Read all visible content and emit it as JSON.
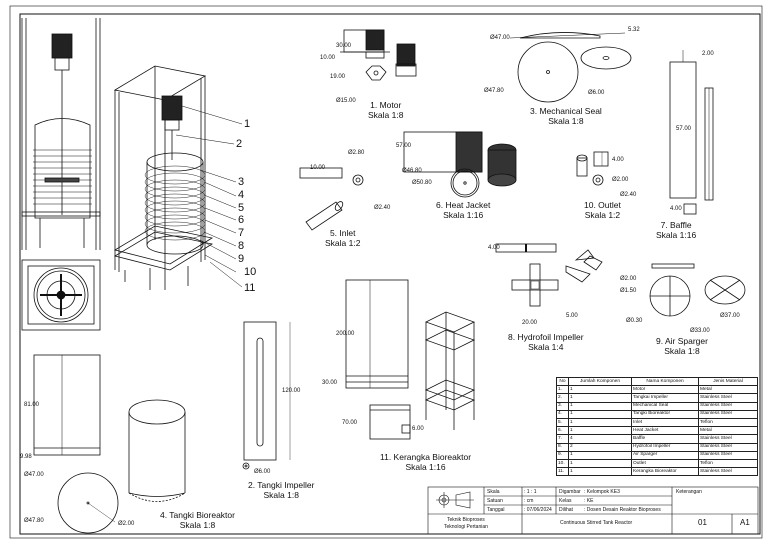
{
  "views": {
    "motor": {
      "title": "1. Motor",
      "scale": "Skala 1:8",
      "dims": [
        "30.00",
        "10.00",
        "19.00",
        "Ø15.00"
      ]
    },
    "seal": {
      "title": "3. Mechanical Seal",
      "scale": "Skala 1:8",
      "dims": [
        "Ø47.00",
        "5.32",
        "Ø47.80",
        "Ø6.00"
      ]
    },
    "baffle": {
      "title": "7. Baffle",
      "scale": "Skala 1:16",
      "dims": [
        "2.00",
        "57.00",
        "4.00"
      ]
    },
    "heat_jacket": {
      "title": "6. Heat Jacket",
      "scale": "Skala 1:16",
      "dims": [
        "57.00",
        "Ø46.80",
        "Ø50.80"
      ]
    },
    "outlet": {
      "title": "10. Outlet",
      "scale": "Skala 1:2",
      "dims": [
        "4.00",
        "Ø2.00",
        "Ø2.40"
      ]
    },
    "inlet": {
      "title": "5. Inlet",
      "scale": "Skala 1:2",
      "dims": [
        "Ø2.80",
        "10.00",
        "Ø2.40"
      ]
    },
    "impeller": {
      "title": "8. Hydrofoil Impeller",
      "scale": "Skala 1:4",
      "dims": [
        "4.00",
        "5.00",
        "20.00"
      ]
    },
    "sparger": {
      "title": "9. Air Sparger",
      "scale": "Skala 1:8",
      "dims": [
        "Ø2.00",
        "Ø1.50",
        "Ø0.30",
        "Ø33.00",
        "Ø37.00"
      ]
    },
    "frame": {
      "title": "11. Kerangka Bioreaktor",
      "scale": "Skala 1:16",
      "dims": [
        "200.00",
        "30.00",
        "70.00",
        "6.00"
      ]
    },
    "impeller_shaft": {
      "title": "2. Tangki Impeller",
      "scale": "Skala 1:8",
      "dims": [
        "120.00",
        "Ø6.00"
      ]
    },
    "tank": {
      "title": "4. Tangki Bioreaktor",
      "scale": "Skala 1:8",
      "dims": [
        "81.00",
        "9.98",
        "Ø47.00",
        "Ø47.80",
        "Ø2.00"
      ]
    }
  },
  "balloons": [
    "1",
    "2",
    "3",
    "4",
    "5",
    "6",
    "7",
    "8",
    "9",
    "10",
    "11"
  ],
  "bom": {
    "headers": [
      "No",
      "Jumlah Komponen",
      "Nama Komponen",
      "Jenis Material"
    ],
    "rows": [
      [
        "1.",
        "1",
        "Motor",
        "Metal"
      ],
      [
        "2.",
        "1",
        "Tangkai Impeller",
        "Stainless Steel"
      ],
      [
        "3.",
        "1",
        "Mechanical Seal",
        "Stainless Steel"
      ],
      [
        "4.",
        "1",
        "Tangki Bioreaktor",
        "Stainless Steel"
      ],
      [
        "5.",
        "1",
        "Inlet",
        "Teflon"
      ],
      [
        "6.",
        "1",
        "Heat Jacket",
        "Metal"
      ],
      [
        "7.",
        "4",
        "Baffle",
        "Stainless Steel"
      ],
      [
        "8.",
        "2",
        "Hydrofoil Impeller",
        "Stainless Steel"
      ],
      [
        "9.",
        "1",
        "Air Sparger",
        "Stainless Steel"
      ],
      [
        "10.",
        "1",
        "Outlet",
        "Teflon"
      ],
      [
        "11.",
        "1",
        "Kerangka Bioreaktor",
        "Stainless Steel"
      ]
    ]
  },
  "title_block": {
    "skala_label": "Skala",
    "skala_value": ": 1 : 1",
    "satuan_label": "Satuan",
    "satuan_value": ": cm",
    "tanggal_label": "Tanggal",
    "tanggal_value": ": 07/06/2024",
    "digambar_label": "Digambar",
    "digambar_value": ": Kelompok KE3",
    "kelas_label": "Kelas",
    "kelas_value": ": KE",
    "dilihat_label": "Dilihat",
    "dilihat_value": ": Dosen Desain Reaktor Bioproses",
    "keterangan_label": "Keterangan",
    "dept_line1": "Teknik Bioproses",
    "dept_line2": "Teknologi Pertanian",
    "drawing_title": "Continuous Stirred Tank Reactor",
    "sheet_no": "01",
    "paper_size": "A1"
  }
}
